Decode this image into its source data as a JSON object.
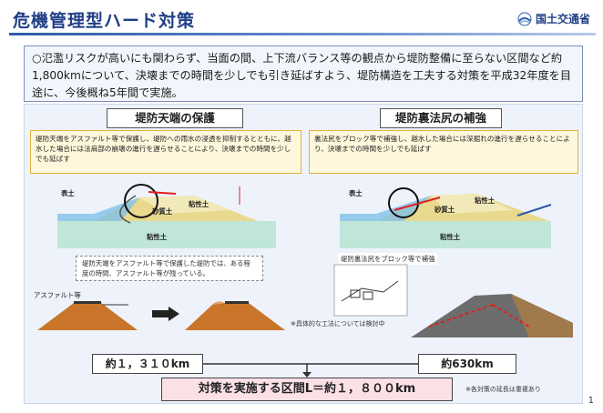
{
  "header": {
    "title": "危機管理型ハード対策",
    "ministry": "国土交通省"
  },
  "summary": {
    "text": "○氾濫リスクが高いにも関わらず、当面の間、上下流バランス等の観点から堤防整備に至らない区間など約1,800kmについて、決壊までの時間を少しでも引き延ばすよう、堤防構造を工夫する対策を平成32年度を目途に、今後概ね5年間で実施。"
  },
  "left_section": {
    "title": "堤防天端の保護",
    "description": "堤防天端をアスファルト等で保護し、堤防への雨水の浸透を抑制するとともに、越水した場合には法肩部の崩壊の進行を遅らせることにより、決壊までの時間を少しでも延ばす",
    "labels": {
      "topsoil": "表土",
      "clay_upper": "粘性土",
      "sandy": "砂質土",
      "clay_lower": "粘性土"
    },
    "note": "堤防天端をアスファルト等で保護した堤防では、ある程度の時間、アスファルト等が残っている。",
    "asphalt_label": "アスファルト等",
    "km": "約１，３１０km"
  },
  "right_section": {
    "title": "堤防裏法尻の補強",
    "description": "裏法尻をブロック等で補強し、越水した場合には深掘れの進行を遅らせることにより、決壊までの時間を少しでも延ばす",
    "labels": {
      "topsoil": "表土",
      "clay_upper": "粘性土",
      "sandy": "砂質土",
      "clay_lower": "粘性土"
    },
    "caption": "堤防裏法尻をブロック等で補強",
    "footnote": "※具体的な工法については検討中",
    "km": "約630km"
  },
  "total": {
    "text": "対策を実施する区間L＝約１，８００km",
    "note": "※各対策の延長は重複あり"
  },
  "page_number": "1",
  "colors": {
    "title": "#1f3f86",
    "summary_bg": "#f2f5fb",
    "desc_bg": "#fff7dc",
    "total_bg": "#fbe0e6"
  }
}
